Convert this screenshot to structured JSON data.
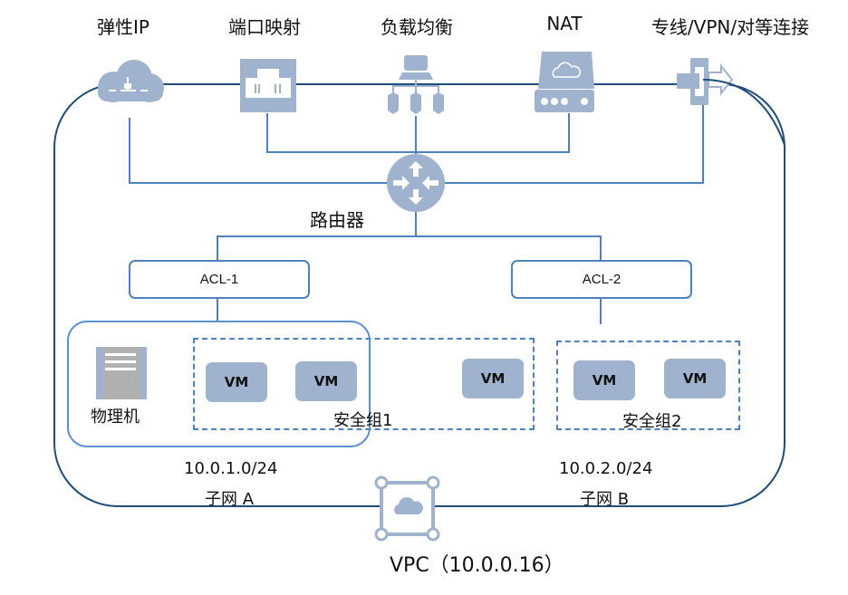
{
  "diagram": {
    "top_services": [
      {
        "id": "eip",
        "label": "弹性IP",
        "icon": "cloud-network-icon"
      },
      {
        "id": "port-mapping",
        "label": "端口映射",
        "icon": "port-icon"
      },
      {
        "id": "load-balancer",
        "label": "负载均衡",
        "icon": "load-balancer-icon"
      },
      {
        "id": "nat",
        "label": "NAT",
        "icon": "nat-gateway-icon"
      },
      {
        "id": "vpn",
        "label": "专线/VPN/对等连接",
        "icon": "vpn-connection-icon"
      }
    ],
    "router": {
      "label": "路由器",
      "icon": "router-icon"
    },
    "acls": [
      {
        "id": "acl-1",
        "label": "ACL-1"
      },
      {
        "id": "acl-2",
        "label": "ACL-2"
      }
    ],
    "physical_machine": {
      "label": "物理机",
      "icon": "server-icon"
    },
    "security_groups": [
      {
        "id": "sg-1",
        "label": "安全组1",
        "vms": [
          "VM",
          "VM",
          "VM"
        ]
      },
      {
        "id": "sg-2",
        "label": "安全组2",
        "vms": [
          "VM",
          "VM"
        ]
      }
    ],
    "subnets": [
      {
        "id": "subnet-a",
        "cidr": "10.0.1.0/24",
        "label": "子网 A"
      },
      {
        "id": "subnet-b",
        "cidr": "10.0.2.0/24",
        "label": "子网 B"
      }
    ],
    "vpc": {
      "label": "VPC（10.0.0.16）",
      "icon": "vpc-icon"
    },
    "colors": {
      "vpc_border": "#1f4e79",
      "line": "#4f81bd",
      "icon_fill": "#9fb3cf",
      "server_gray": "#b0b0b0"
    }
  }
}
